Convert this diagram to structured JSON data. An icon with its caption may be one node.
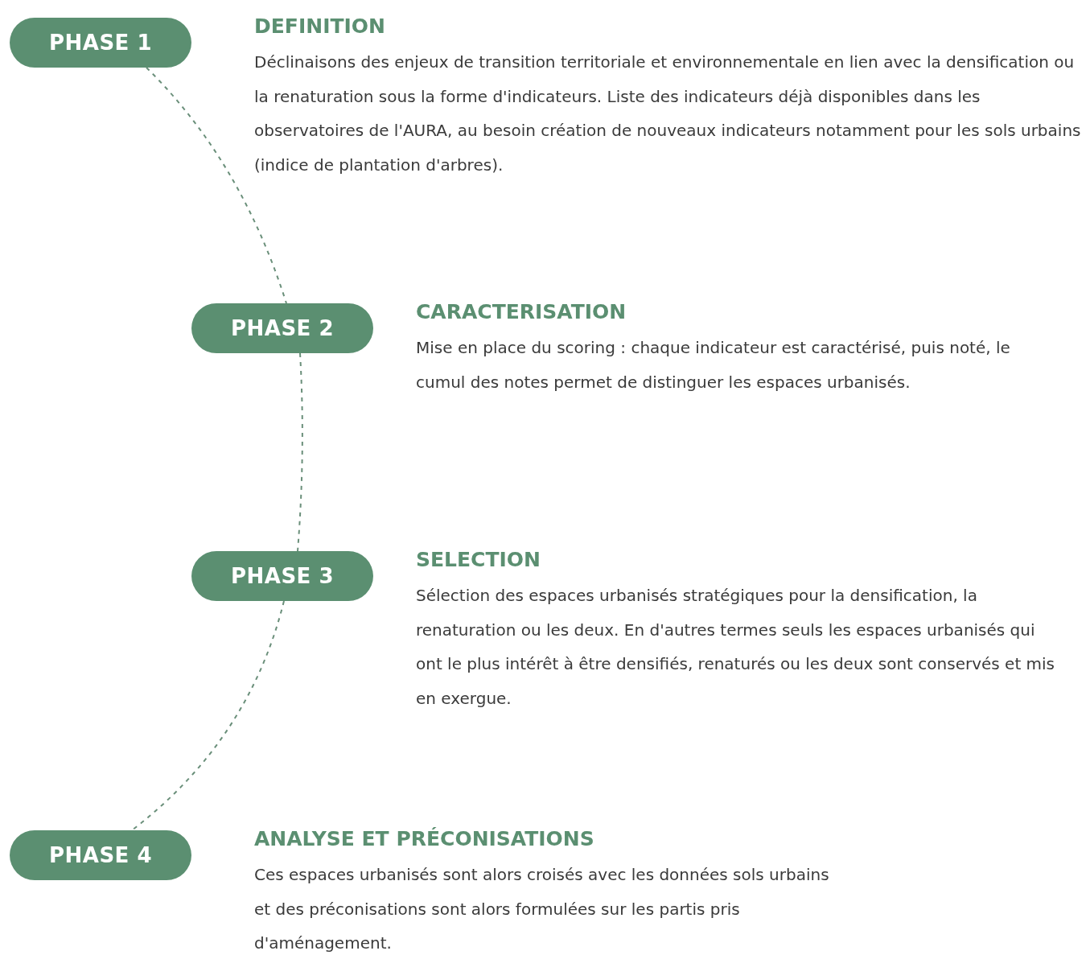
{
  "diagram": {
    "nodes": [
      {
        "text": [
          "PHASE 1"
        ],
        "beside": [
          "DEFINITION",
          "Déclinaisons des enjeux de transition territoriale et environnementale en lien avec la densification ou la renaturation sous la forme d'indicateurs. Liste des indicateurs déjà disponibles dans les observatoires de l'AURA, au besoin création de nouveaux indicateurs notamment pour les sols urbains (indice de plantation d'arbres)."
        ]
      },
      {
        "text": [
          "PHASE 2"
        ],
        "beside": [
          "CARACTERISATION",
          "Mise en place du scoring : chaque indicateur est caractérisé, puis noté, le cumul des notes permet de distinguer les espaces urbanisés."
        ]
      },
      {
        "text": [
          "PHASE 3"
        ],
        "beside": [
          "SELECTION",
          "Sélection des espaces urbanisés stratégiques pour la densification, la renaturation ou les deux. En d'autres termes seuls les espaces urbanisés qui ont le plus intérêt à être densifiés, renaturés ou les deux sont conservés et mis en exergue."
        ]
      },
      {
        "text": [
          "PHASE 4"
        ],
        "beside": [
          "ANALYSE ET PRÉCONISATIONS",
          "Ces espaces urbanisés sont alors croisés avec les données sols urbains et des préconisations sont alors formulées sur les partis pris d'aménagement."
        ]
      }
    ],
    "edges": [
      {
        "from": 0,
        "to": 1,
        "arrow": "none",
        "style": "dashed"
      },
      {
        "from": 1,
        "to": 2,
        "arrow": "none",
        "style": "dashed"
      },
      {
        "from": 2,
        "to": 3,
        "arrow": "none",
        "style": "dashed"
      }
    ]
  }
}
